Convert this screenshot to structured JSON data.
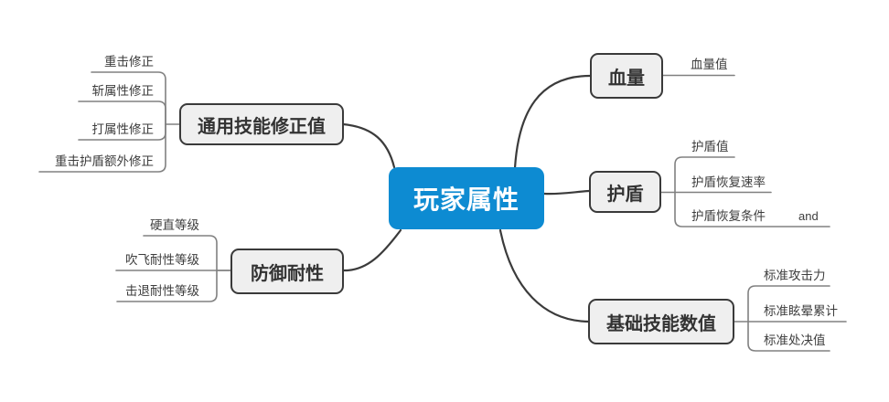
{
  "central": {
    "label": "玩家属性"
  },
  "branches": [
    {
      "label": "通用技能修正值",
      "children": [
        "重击修正",
        "斩属性修正",
        "打属性修正",
        "重击护盾额外修正"
      ]
    },
    {
      "label": "防御耐性",
      "children": [
        "硬直等级",
        "吹飞耐性等级",
        "击退耐性等级"
      ]
    },
    {
      "label": "血量",
      "children": [
        "血量值"
      ]
    },
    {
      "label": "护盾",
      "children": [
        "护盾值",
        "护盾恢复速率",
        "护盾恢复条件"
      ],
      "annotation": "and"
    },
    {
      "label": "基础技能数值",
      "children": [
        "标准攻击力",
        "标准眩晕累计",
        "标准处决值"
      ]
    }
  ],
  "colors": {
    "central_fill": "#0d8bd2",
    "central_text": "#ffffff",
    "topic_fill": "#efefef",
    "topic_border": "#3a3a3a",
    "topic_text": "#333333",
    "leaf_text": "#3d3d3d",
    "leaf_line": "#808080",
    "connector": "#3b3b3b",
    "background": "#ffffff"
  }
}
